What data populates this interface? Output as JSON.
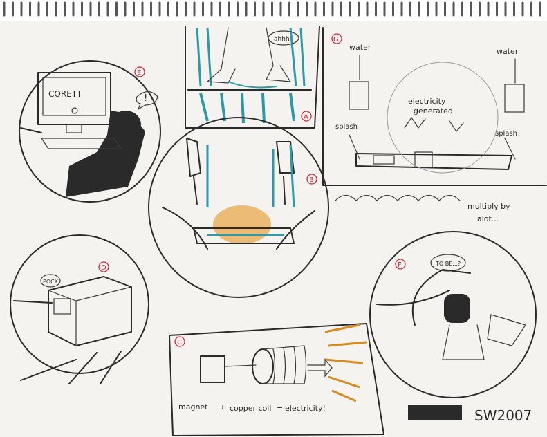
{
  "colors": {
    "paper": "#f4f3ef",
    "graphite": "#2a2a2a",
    "teal": "#2b9aa6",
    "orange": "#d98a1f",
    "red_marker": "#d0283a"
  },
  "panels": {
    "a": {
      "marker": "A",
      "bubble": "ahhh"
    },
    "b": {
      "marker": "B"
    },
    "c": {
      "marker": "C",
      "caption_magnet": "magnet",
      "caption_coil": "copper coil",
      "caption_electricity": "electricity!"
    },
    "d": {
      "marker": "D",
      "bubble": "POCK"
    },
    "e": {
      "marker": "E",
      "screen_text": "CORETT",
      "exclaim": "!"
    },
    "f": {
      "marker": "F",
      "bubble": "TO BE...?"
    },
    "g": {
      "marker": "G",
      "water_left": "water",
      "water_right": "water",
      "splash_left": "splash",
      "splash_right": "splash",
      "center_label_1": "electricity",
      "center_label_2": "generated"
    }
  },
  "notes": {
    "multiply_1": "multiply by",
    "multiply_2": "alot..."
  },
  "signature": "SW2007"
}
